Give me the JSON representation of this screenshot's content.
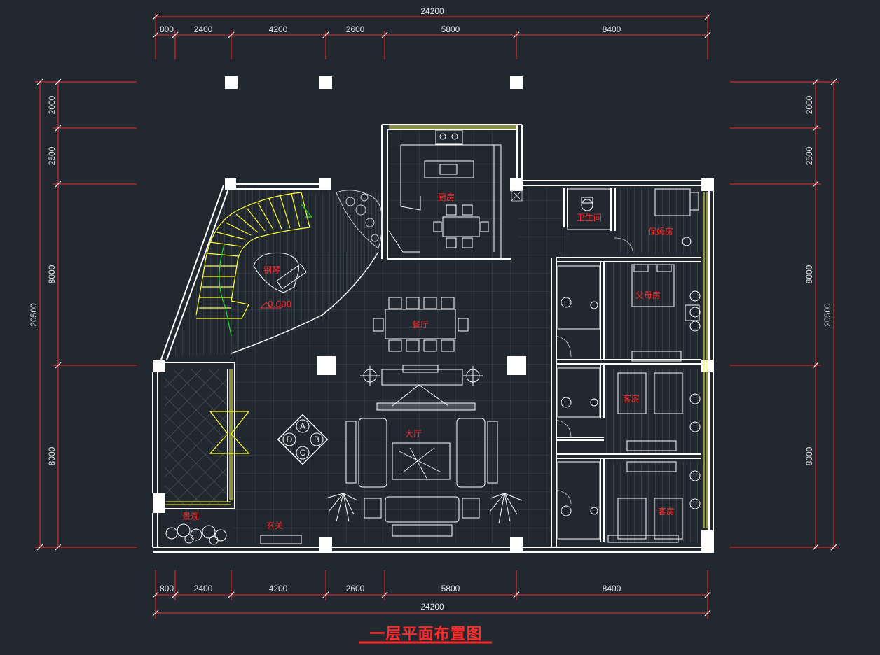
{
  "title": "一层平面布置图",
  "dimensions": {
    "top_total": "24200",
    "top_segments": [
      "800",
      "2400",
      "4200",
      "2600",
      "5800",
      "8400"
    ],
    "bottom_total": "24200",
    "bottom_segments": [
      "800",
      "2400",
      "4200",
      "2600",
      "5800",
      "8400"
    ],
    "left_total": "20500",
    "left_segments": [
      "2000",
      "2500",
      "8000",
      "8000"
    ],
    "right_total": "20500",
    "right_segments": [
      "2000",
      "2500",
      "8000",
      "8000"
    ]
  },
  "rooms": {
    "kitchen": "厨房",
    "bathroom": "卫生间",
    "nanny_room": "保姆房",
    "piano": "钢琴",
    "parents_room": "父母房",
    "dining": "餐厅",
    "guest_room_1": "客房",
    "living_hall": "大厅",
    "guest_room_2": "客房",
    "landscape": "景观",
    "entrance": "玄关"
  },
  "level_mark": "0.000",
  "compass": [
    "A",
    "B",
    "C",
    "D"
  ],
  "colors": {
    "background": "#212830",
    "wall": "#ffffff",
    "dimension": "#ff2a2a",
    "stair": "#ffff33",
    "stair_path": "#22dd22",
    "window": "#ffff33",
    "label": "#ff2a2a"
  }
}
